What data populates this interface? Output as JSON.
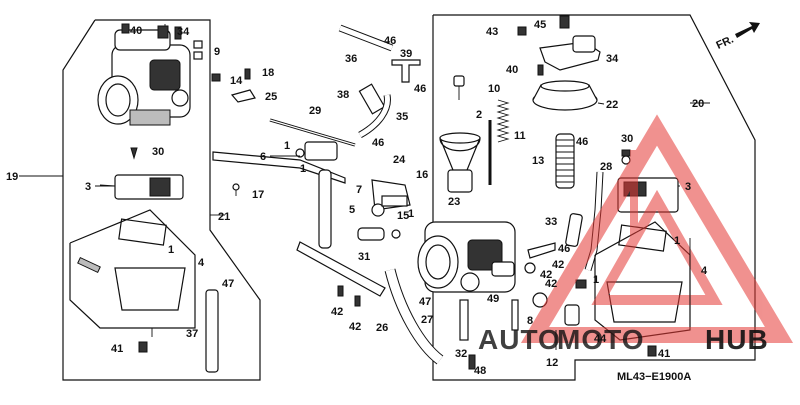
{
  "diagram": {
    "code": "ML43−E1900A",
    "direction_label": "FR.",
    "watermark": {
      "part1": "AUTO",
      "part2": "MOTO",
      "part3": "HUB",
      "color": "#e53935"
    },
    "callouts": {
      "c40a": "40",
      "c34a": "34",
      "c9": "9",
      "c14": "14",
      "c18": "18",
      "c25": "25",
      "c30a": "30",
      "c3a": "3",
      "c1a": "1",
      "c4a": "4",
      "c41a": "41",
      "c19": "19",
      "c6": "6",
      "c1b": "1",
      "c1c": "1",
      "c17": "17",
      "c21": "21",
      "c47a": "47",
      "c37": "37",
      "c29": "29",
      "c36": "36",
      "c46a": "46",
      "c39": "39",
      "c46b": "46",
      "c38": "38",
      "c35": "35",
      "c46c": "46",
      "c7": "7",
      "c5": "5",
      "c24": "24",
      "c16": "16",
      "c15": "15",
      "c1d": "1",
      "c31": "31",
      "c42a": "42",
      "c42b": "42",
      "c26": "26",
      "c43": "43",
      "c45": "45",
      "c40b": "40",
      "c34b": "34",
      "c20": "20",
      "c10": "10",
      "c2": "2",
      "c22": "22",
      "c11": "11",
      "c23": "23",
      "c13": "13",
      "c46d": "46",
      "c30b": "30",
      "c28": "28",
      "c3b": "3",
      "c33": "33",
      "c46e": "46",
      "c42c": "42",
      "c42d": "42",
      "c42e": "42",
      "c1e": "1",
      "c1f": "1",
      "c4b": "4",
      "c47b": "47",
      "c49": "49",
      "c27": "27",
      "c8": "8",
      "c32": "32",
      "c48": "48",
      "c12": "12",
      "c44": "44",
      "c41b": "41"
    }
  }
}
